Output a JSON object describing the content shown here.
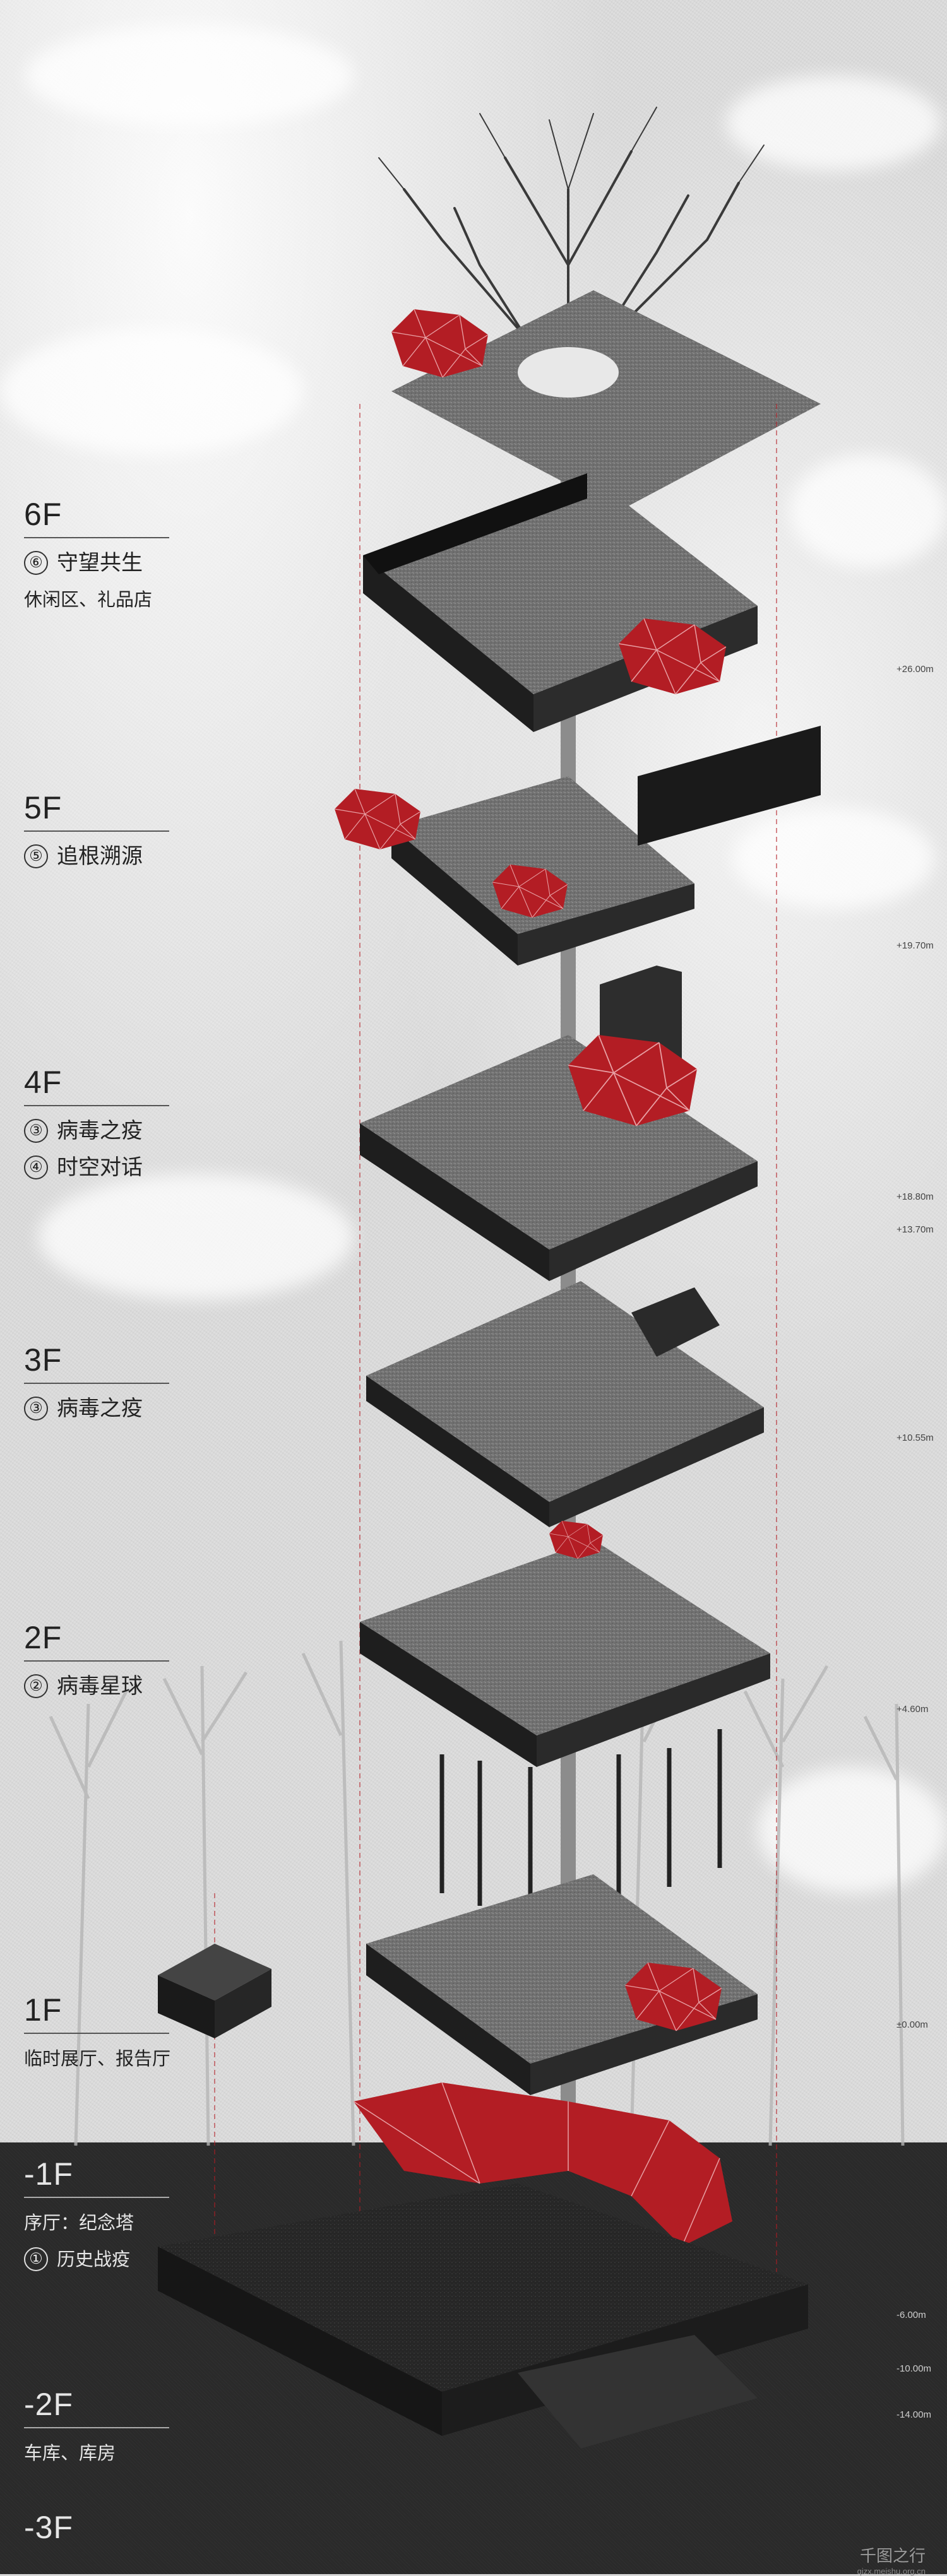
{
  "floors": [
    {
      "code": "6F",
      "lines": [
        {
          "num": "⑥",
          "text": "守望共生"
        },
        {
          "num": "",
          "text": "休闲区、礼品店"
        }
      ]
    },
    {
      "code": "5F",
      "lines": [
        {
          "num": "⑤",
          "text": "追根溯源"
        }
      ]
    },
    {
      "code": "4F",
      "lines": [
        {
          "num": "③",
          "text": "病毒之疫"
        },
        {
          "num": "④",
          "text": "时空对话"
        }
      ]
    },
    {
      "code": "3F",
      "lines": [
        {
          "num": "③",
          "text": "病毒之疫"
        }
      ]
    },
    {
      "code": "2F",
      "lines": [
        {
          "num": "②",
          "text": "病毒星球"
        }
      ]
    },
    {
      "code": "1F",
      "lines": [
        {
          "num": "",
          "text": "临时展厅、报告厅"
        }
      ]
    },
    {
      "code": "-1F",
      "lines": [
        {
          "num": "",
          "text": "序厅：纪念塔"
        },
        {
          "num": "①",
          "text": "历史战疫"
        }
      ]
    },
    {
      "code": "-2F",
      "lines": [
        {
          "num": "",
          "text": "车库、库房"
        }
      ]
    },
    {
      "code": "-3F",
      "lines": []
    }
  ],
  "elevations": [
    "+26.00m",
    "+19.70m",
    "+18.80m",
    "+13.70m",
    "+10.55m",
    "+4.60m",
    "±0.00m",
    "-6.00m",
    "-10.00m",
    "-14.00m"
  ],
  "watermark": {
    "logo": "千图之行",
    "url": "qizx.meishu.org.cn"
  },
  "colors": {
    "accent_red": "#b31d24",
    "volume_dark": "#1e1e1e",
    "sky": "#dcdcdc",
    "ground": "#2a2a2a"
  }
}
